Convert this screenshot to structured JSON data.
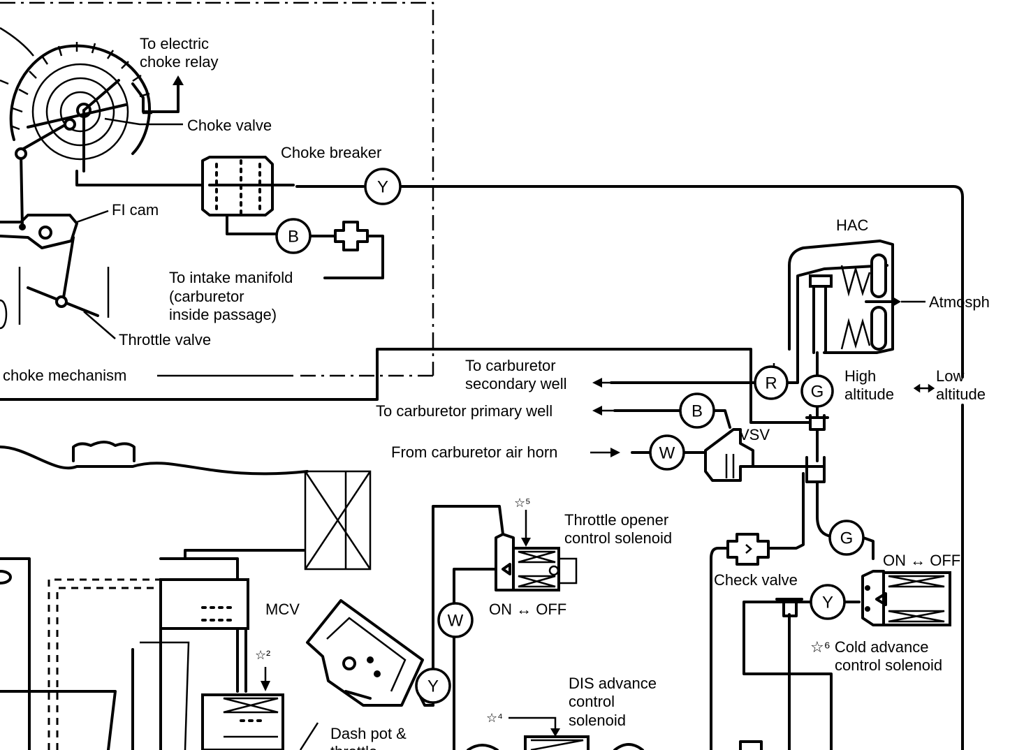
{
  "labels": {
    "electric_choke_relay": [
      "To electric",
      "choke relay"
    ],
    "choke_valve": "Choke valve",
    "choke_breaker": "Choke breaker",
    "fi_cam": "FI cam",
    "intake_manifold": [
      "To intake manifold",
      "(carburetor",
      "inside passage)"
    ],
    "throttle_valve": "Throttle valve",
    "choke_mechanism": "choke mechanism",
    "hac": "HAC",
    "atmosphere": "Atmosph",
    "secondary_well": [
      "To carburetor",
      "secondary well"
    ],
    "high_altitude": [
      "High",
      "altitude"
    ],
    "low_altitude": [
      "Low",
      "altitude"
    ],
    "primary_well": "To carburetor primary well",
    "vsv": "VSV",
    "air_horn": "From carburetor air horn",
    "throttle_opener": [
      "Throttle opener",
      "control solenoid"
    ],
    "star5": "☆⁵",
    "on_off_throttle": "ON ↔ OFF",
    "check_valve": "Check valve",
    "on_off_cold": "ON ↔ OFF",
    "star6_cold_advance": [
      "☆⁶ Cold advance",
      "control solenoid"
    ],
    "mcv": "MCV",
    "star2": "☆²",
    "dash_pot": [
      "Dash pot &",
      "throttle"
    ],
    "dis_advance": [
      "DIS advance",
      "control",
      "solenoid"
    ],
    "star4": "☆⁴"
  },
  "hose_markers": {
    "choke_breaker_y": "Y",
    "intake_b": "B",
    "secondary_r": "R",
    "high_altitude_g": "G",
    "primary_b": "B",
    "air_horn_w": "W",
    "cold_advance_g": "G",
    "cold_advance_y": "Y",
    "throttle_opener_w": "W",
    "dash_pot_y": "Y"
  }
}
